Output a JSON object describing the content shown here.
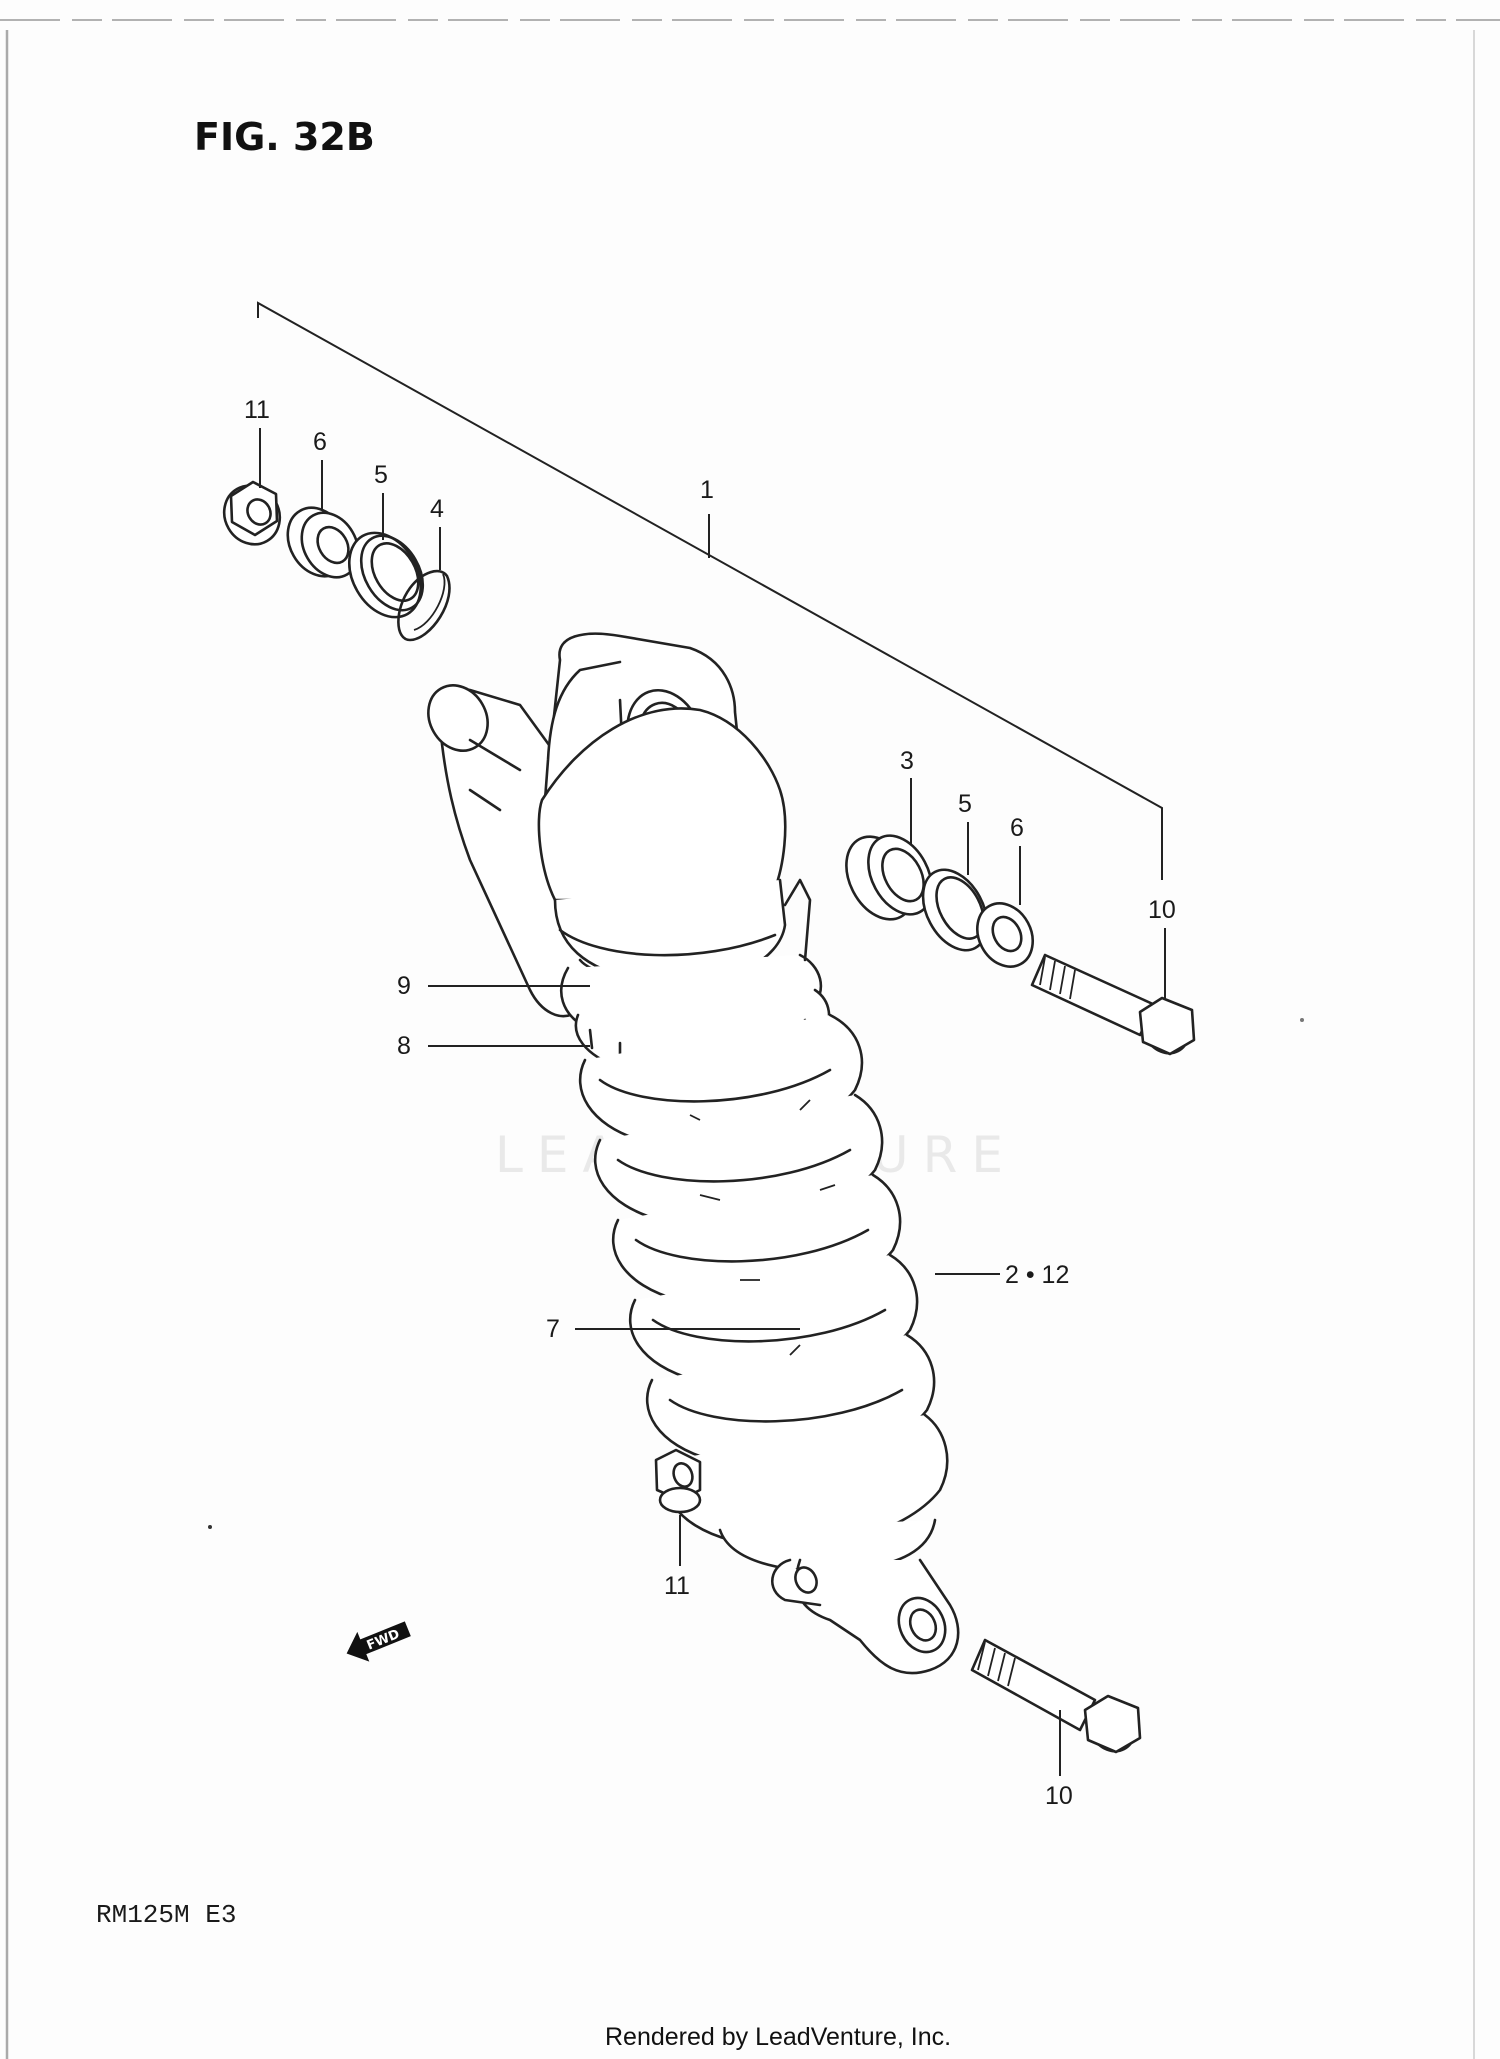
{
  "figure_title": "FIG. 32B",
  "watermark": "LEADVENTURE",
  "callouts": [
    "11",
    "6",
    "5",
    "4",
    "1",
    "9",
    "8",
    "7",
    "2 • 12",
    "3",
    "5",
    "6",
    "10",
    "11",
    "10"
  ],
  "fwd_label": "FWD",
  "model_code": "RM125M  E3",
  "footer": "Rendered by LeadVenture, Inc."
}
